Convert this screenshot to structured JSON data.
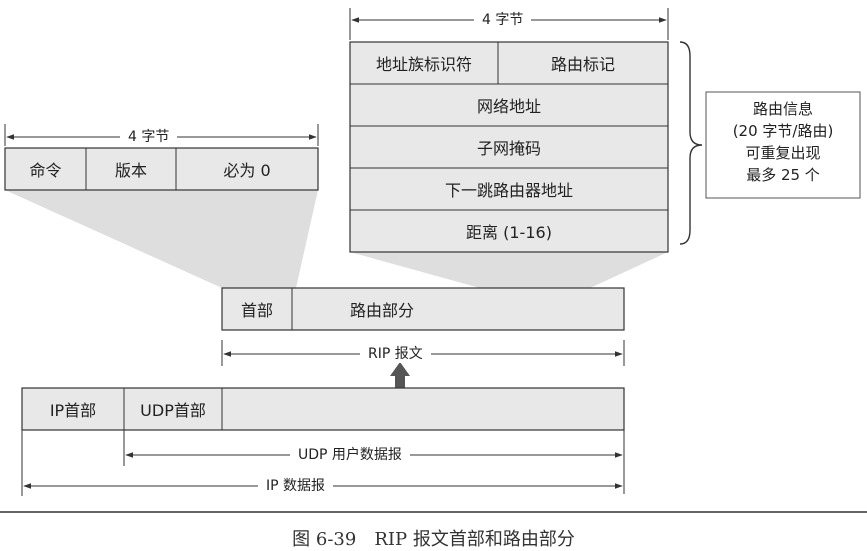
{
  "route_entry": {
    "width_label": "4 字节",
    "fields": {
      "address_family": "地址族标识符",
      "route_tag": "路由标记",
      "network_address": "网络地址",
      "subnet_mask": "子网掩码",
      "next_hop": "下一跳路由器地址",
      "distance": "距离 (1-16)"
    }
  },
  "route_info": {
    "lines": [
      "路由信息",
      "(20 字节/路由)",
      "可重复出现",
      "最多 25 个"
    ]
  },
  "rip_header": {
    "width_label": "4 字节",
    "fields": {
      "command": "命令",
      "version": "版本",
      "must_be_zero": "必为 0"
    }
  },
  "rip_message": {
    "fields": {
      "header": "首部",
      "routing_part": "路由部分"
    },
    "span_label": "RIP 报文"
  },
  "ip_datagram": {
    "fields": {
      "ip_header": "IP首部",
      "udp_header": "UDP首部"
    },
    "udp_span_label": "UDP 用户数据报",
    "ip_span_label": "IP 数据报"
  },
  "caption": "图 6-39　RIP 报文首部和路由部分",
  "colors": {
    "field_fill": "#e8e8e8",
    "shadow_fill": "#dedede",
    "border": "#333333",
    "arrow": "#555555"
  }
}
